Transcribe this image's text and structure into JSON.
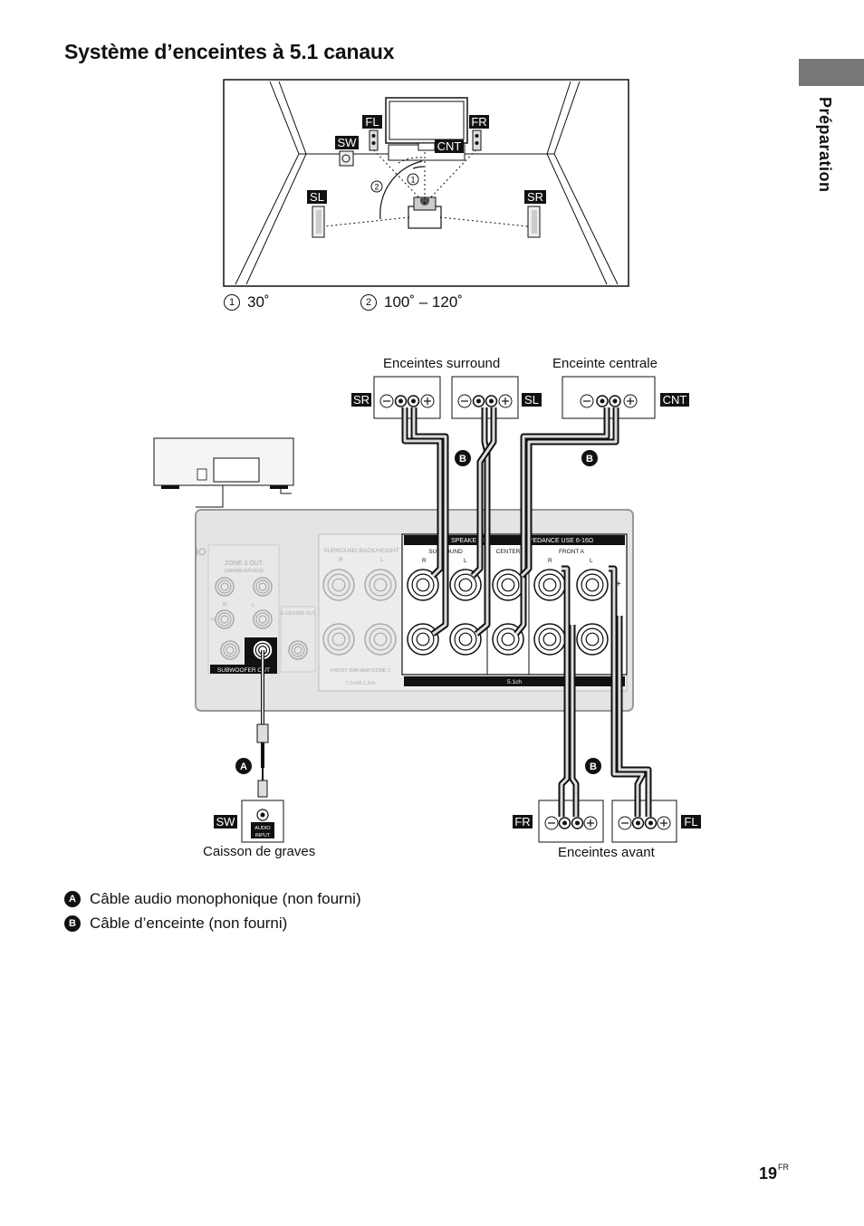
{
  "page": {
    "title": "Système d’enceintes à 5.1 canaux",
    "section_tab": "Préparation",
    "page_number": "19",
    "page_suffix": "FR"
  },
  "room_diagram": {
    "labels": {
      "fl": "FL",
      "fr": "FR",
      "sw": "SW",
      "cnt": "CNT",
      "sl": "SL",
      "sr": "SR"
    },
    "markers": {
      "one": "1",
      "two": "2"
    },
    "angle_1": "30˚",
    "angle_2": "100˚ – 120˚"
  },
  "wiring_diagram": {
    "caption_surround": "Enceintes surround",
    "caption_center": "Enceinte centrale",
    "caption_subwoofer": "Caisson de graves",
    "caption_front": "Enceintes avant",
    "tags": {
      "sr": "SR",
      "sl": "SL",
      "cnt": "CNT",
      "sw": "SW",
      "fr": "FR",
      "fl": "FL"
    },
    "cable_markers": {
      "a": "A",
      "b": "B"
    },
    "terminal_signs": {
      "minus": "–",
      "plus": "+"
    },
    "subwoofer_input": {
      "line1": "AUDIO",
      "line2": "INPUT"
    },
    "panel": {
      "brand_fragment": "IO",
      "zone3": "ZONE 3 OUT",
      "zone3_sub": "(VARIABLE/FIXED)",
      "tv": "TV",
      "r": "R",
      "l": "L",
      "center_out": "E-CENTER OUT",
      "subwoofer_out": "SUBWOOFER OUT",
      "speakers": "SPEAKERS",
      "impedance": "IMPEDANCE USE 6-16Ω",
      "surround_back": "SURROUND BACK/HEIGHT",
      "surround": "SURROUND",
      "center": "CENTER",
      "front_a": "FRONT A",
      "front_b": "FRONT B/BI-AMP/ZONE 2",
      "mode_71": "7.1ch/5.1.2ch",
      "mode_51": "5.1ch"
    }
  },
  "legend": [
    {
      "key": "A",
      "text": "Câble audio monophonique (non fourni)"
    },
    {
      "key": "B",
      "text": "Câble d’enceinte (non fourni)"
    }
  ]
}
